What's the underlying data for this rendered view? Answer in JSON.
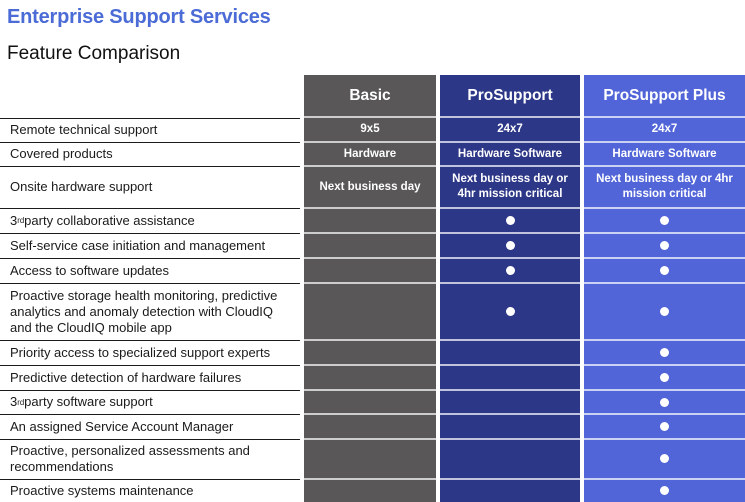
{
  "page": {
    "title": "Enterprise Support Services",
    "subtitle": "Feature Comparison"
  },
  "colors": {
    "title_accent": "#4b6bd6",
    "basic_column": "#595757",
    "prosupport_column": "#2d3787",
    "prosupport_plus_column": "#5265d8",
    "feature_text": "#1a1a1a",
    "included_dot": "#ffffff"
  },
  "table": {
    "columns": [
      {
        "key": "basic",
        "label": "Basic",
        "color": "#595757"
      },
      {
        "key": "prosupport",
        "label": "ProSupport",
        "color": "#2d3787"
      },
      {
        "key": "prosupport-plus",
        "label": "ProSupport Plus",
        "color": "#5265d8"
      }
    ],
    "included_marker": "•",
    "rows": [
      {
        "feature": "Remote technical support",
        "values": [
          "9x5",
          "24x7",
          "24x7"
        ]
      },
      {
        "feature": "Covered products",
        "values": [
          "Hardware",
          "Hardware Software",
          "Hardware Software"
        ]
      },
      {
        "feature": "Onsite hardware support",
        "values": [
          "Next business day",
          "Next business day or 4hr mission critical",
          "Next business day or 4hr mission critical"
        ]
      },
      {
        "feature": "3rd party collaborative assistance",
        "values": [
          "",
          "•",
          "•"
        ]
      },
      {
        "feature": "Self-service case initiation and management",
        "values": [
          "",
          "•",
          "•"
        ]
      },
      {
        "feature": "Access to software updates",
        "values": [
          "",
          "•",
          "•"
        ]
      },
      {
        "feature": "Proactive storage health monitoring, predictive analytics and anomaly detection with CloudIQ and the CloudIQ mobile app",
        "values": [
          "",
          "•",
          "•"
        ]
      },
      {
        "feature": "Priority access to specialized support experts",
        "values": [
          "",
          "",
          "•"
        ]
      },
      {
        "feature": "Predictive detection of hardware failures",
        "values": [
          "",
          "",
          "•"
        ]
      },
      {
        "feature": "3rd party software support",
        "values": [
          "",
          "",
          "•"
        ]
      },
      {
        "feature": "An assigned Service Account Manager",
        "values": [
          "",
          "",
          "•"
        ]
      },
      {
        "feature": "Proactive, personalized assessments and recommendations",
        "values": [
          "",
          "",
          "•"
        ]
      },
      {
        "feature": "Proactive systems maintenance",
        "values": [
          "",
          "",
          "•"
        ]
      }
    ]
  }
}
